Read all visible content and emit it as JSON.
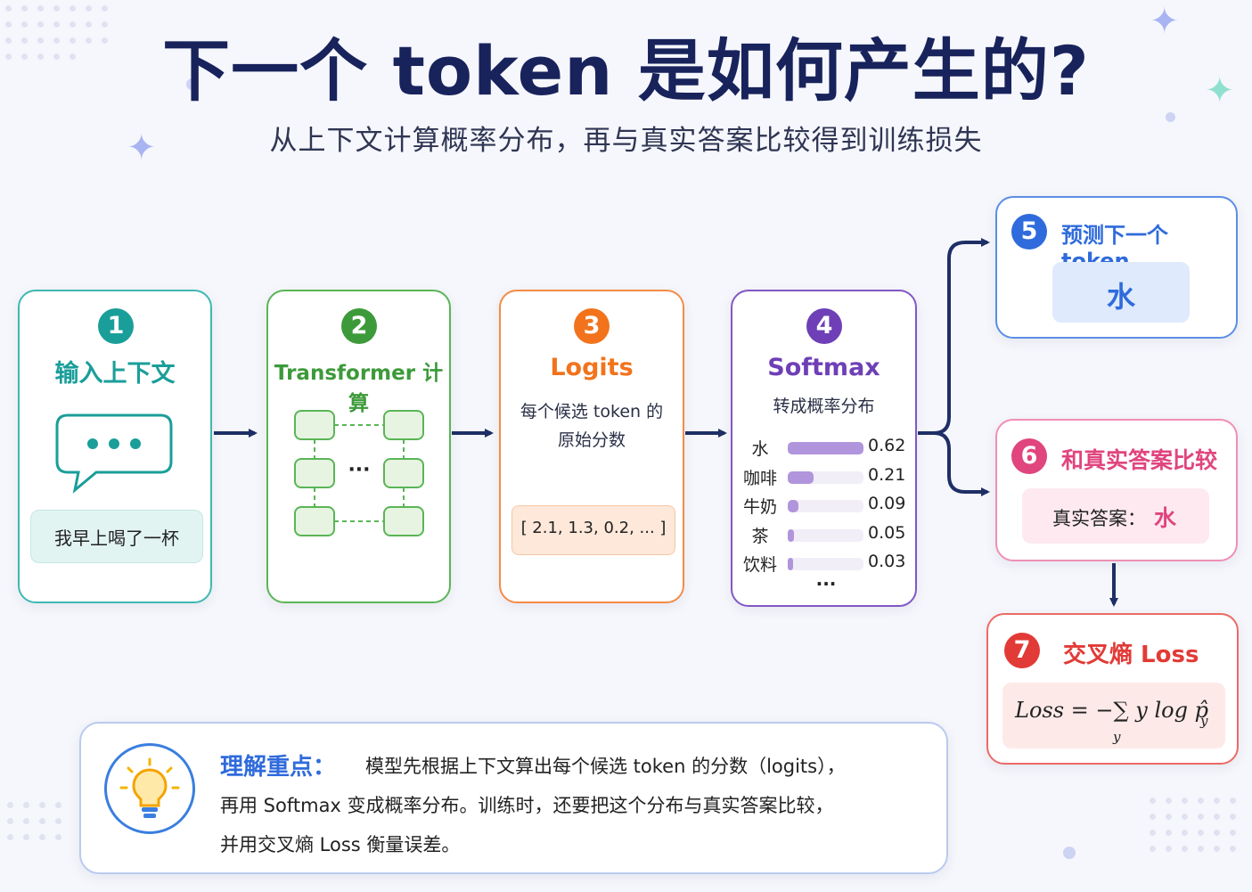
{
  "header": {
    "title": "下一个 token 是如何产生的?",
    "subtitle": "从上下文计算概率分布，再与真实答案比较得到训练损失"
  },
  "steps": [
    {
      "num": "1",
      "title": "输入上下文",
      "input_text": "我早上喝了一杯",
      "icon": "chat-bubble-icon",
      "color": "#1a9e9a"
    },
    {
      "num": "2",
      "title": "Transformer 计算",
      "ellipsis": "···",
      "icon": "network-grid-icon",
      "color": "#3d9a3a"
    },
    {
      "num": "3",
      "title": "Logits",
      "desc_line1": "每个候选 token 的",
      "desc_line2": "原始分数",
      "logits_value": "[ 2.1, 1.3, 0.2, ... ]",
      "color": "#f2731c"
    },
    {
      "num": "4",
      "title": "Softmax",
      "desc": "转成概率分布",
      "more": "···",
      "color": "#6e3fb6",
      "probs": [
        {
          "label": "水",
          "value": 0.62,
          "text": "0.62"
        },
        {
          "label": "咖啡",
          "value": 0.21,
          "text": "0.21"
        },
        {
          "label": "牛奶",
          "value": 0.09,
          "text": "0.09"
        },
        {
          "label": "茶",
          "value": 0.05,
          "text": "0.05"
        },
        {
          "label": "饮料",
          "value": 0.03,
          "text": "0.03"
        }
      ]
    }
  ],
  "predict": {
    "num": "5",
    "title": "预测下一个 token",
    "value": "水",
    "color": "#2f6bdc"
  },
  "compare": {
    "num": "6",
    "title": "和真实答案比较",
    "label": "真实答案：",
    "value": "水",
    "color": "#e0457e"
  },
  "loss": {
    "num": "7",
    "title": "交叉熵 Loss",
    "formula": "Loss = −∑ y log p̂",
    "sub_y": "y",
    "color": "#e23a36"
  },
  "note": {
    "heading": "理解重点：",
    "line1": "模型先根据上下文算出每个候选 token 的分数（logits），",
    "line2": "再用 Softmax 变成概率分布。训练时，还要把这个分布与真实答案比较，",
    "line3": "并用交叉熵 Loss 衡量误差。",
    "icon": "lightbulb-icon"
  },
  "colors": {
    "navy": "#18235c",
    "arrow": "#1e2f66"
  }
}
